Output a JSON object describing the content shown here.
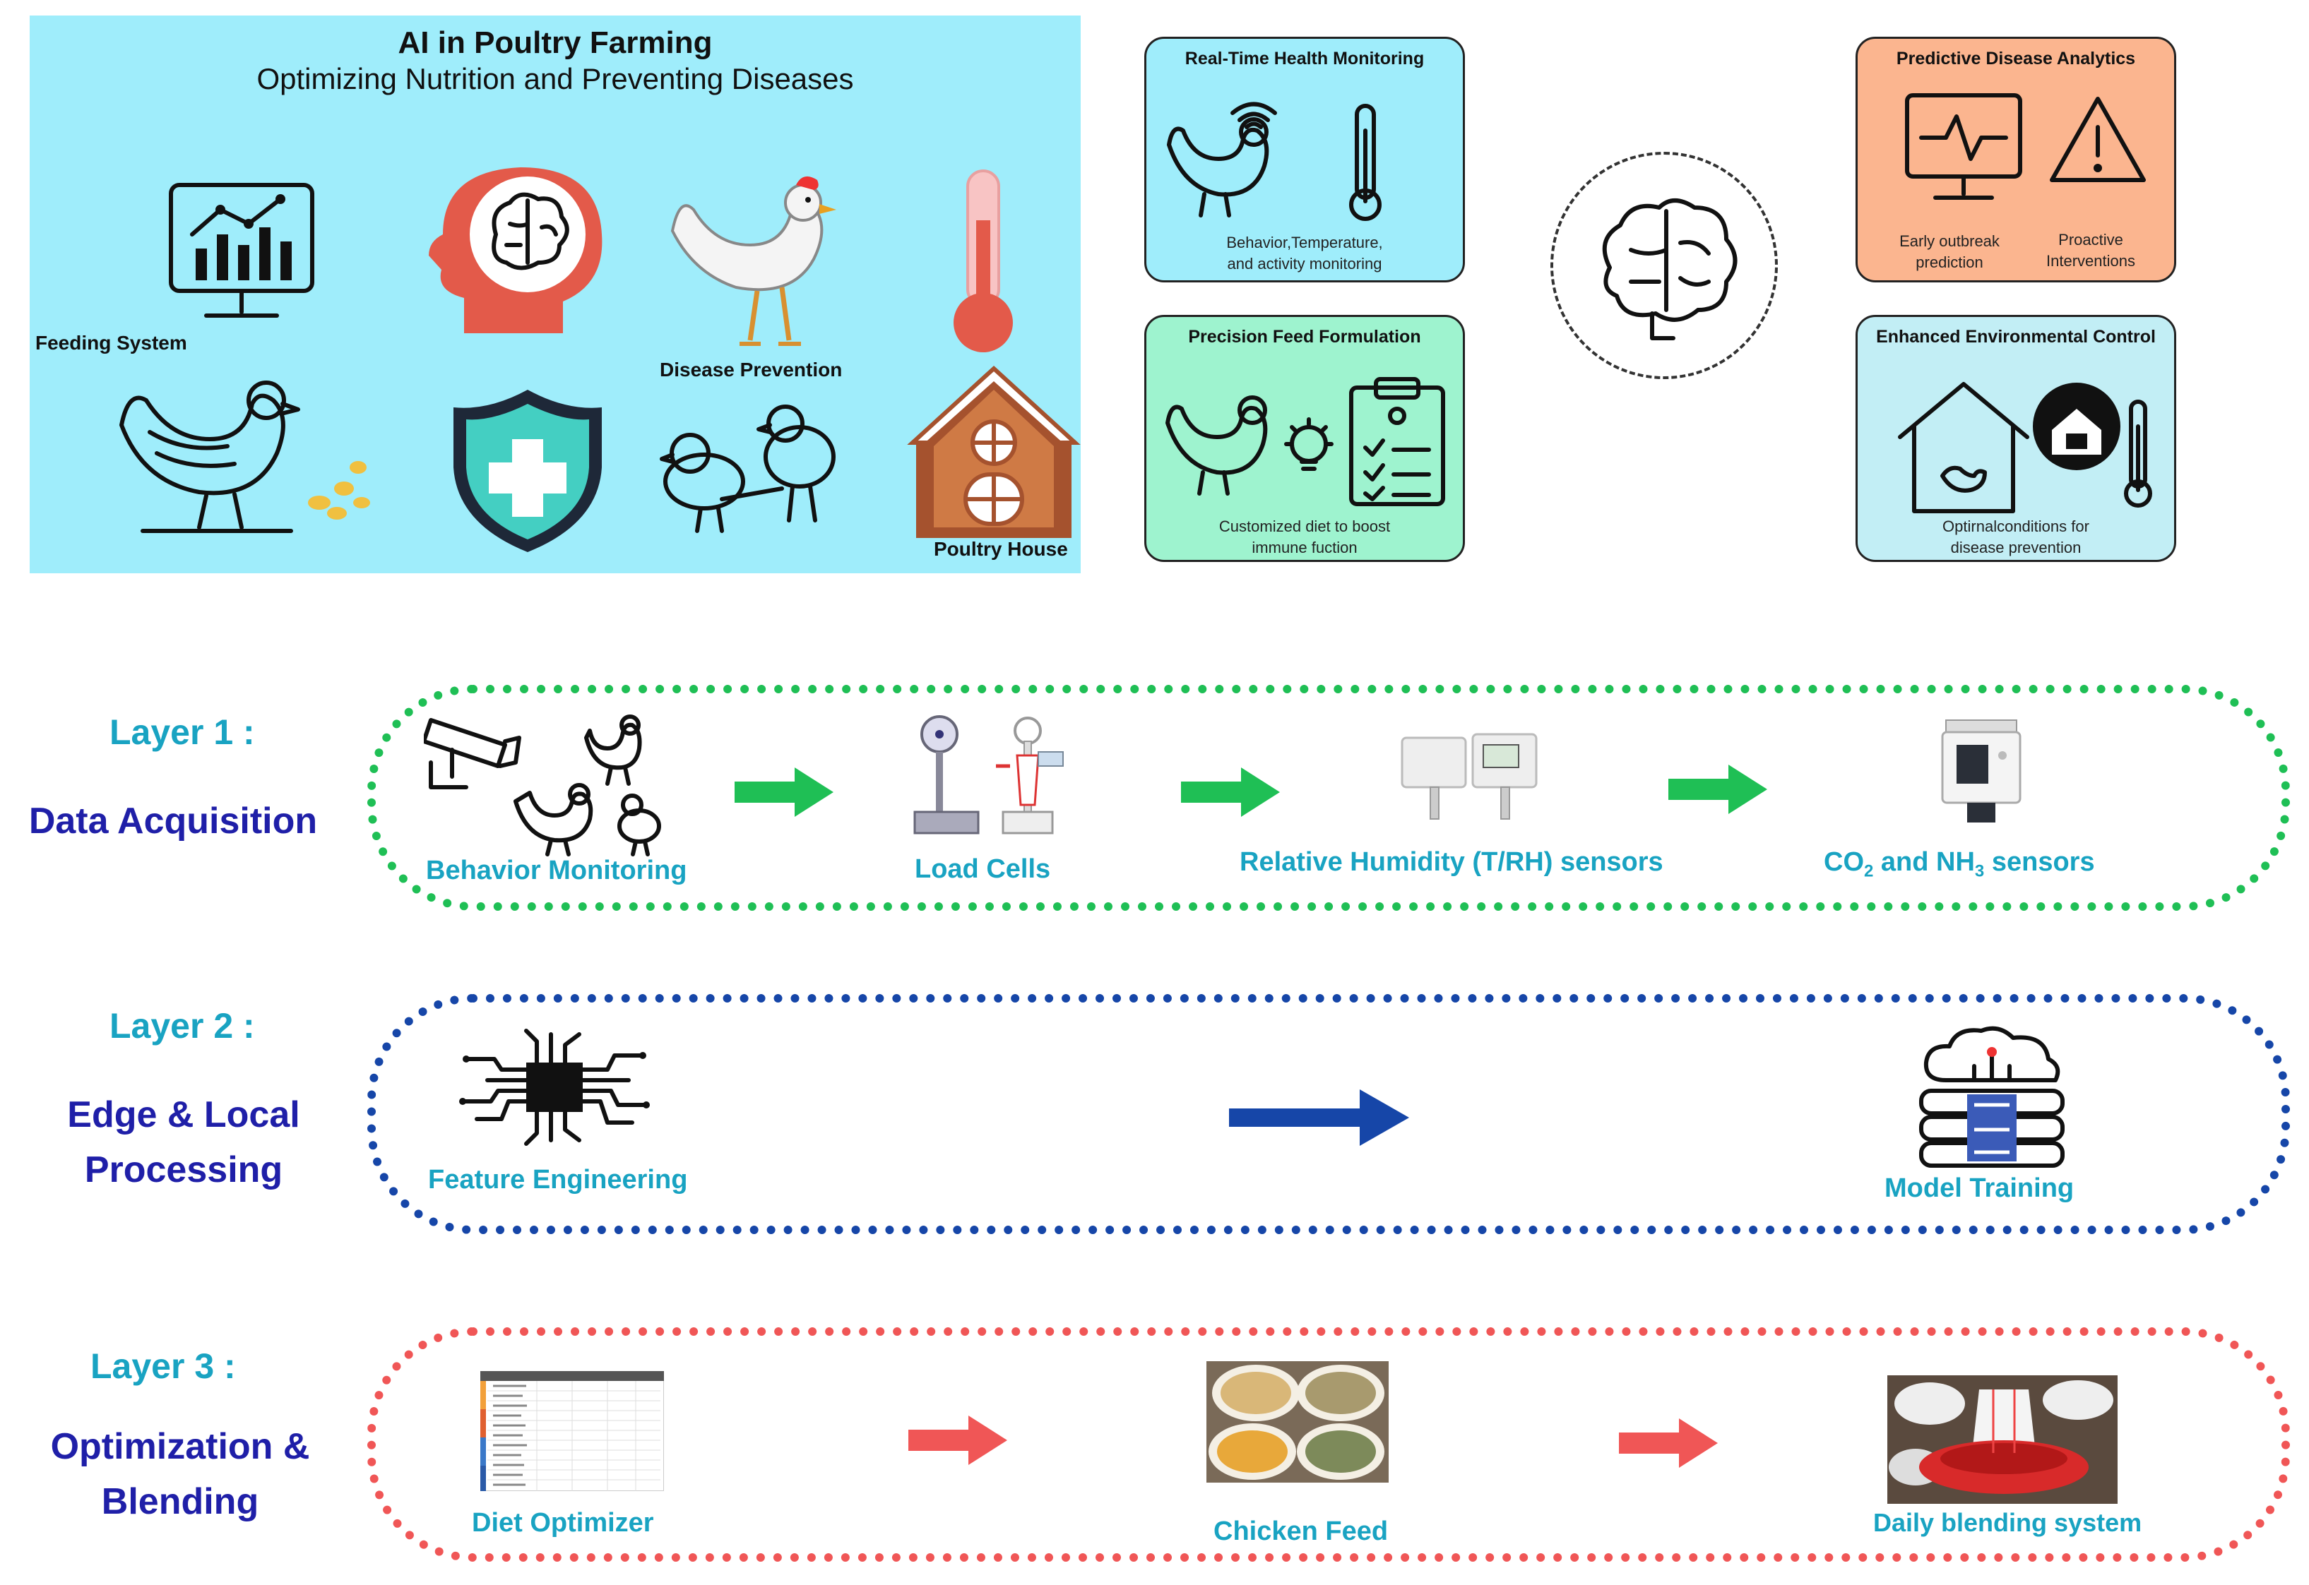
{
  "hero": {
    "title": "AI in Poultry Farming",
    "subtitle": "Optimizing Nutrition and Preventing Diseases",
    "labels": {
      "feeding": "Feeding System",
      "disease": "Disease Prevention",
      "house": "Poultry House"
    }
  },
  "cards": {
    "health": {
      "title": "Real-Time Health Monitoring",
      "desc_line1": "Behavior,Temperature,",
      "desc_line2": "and activity monitoring"
    },
    "feed": {
      "title": "Precision Feed Formulation",
      "desc_line1": "Customized diet to boost",
      "desc_line2": "immune fuction"
    },
    "predictive": {
      "title": "Predictive Disease Analytics",
      "item1_line1": "Early outbreak",
      "item1_line2": "prediction",
      "item2_line1": "Proactive",
      "item2_line2": "Interventions"
    },
    "environment": {
      "title": "Enhanced Environmental Control",
      "desc_line1": "Optirnalconditions for",
      "desc_line2": "disease prevention"
    }
  },
  "layers": [
    {
      "title": "Layer 1 :",
      "name": "Data Acquisition",
      "steps": [
        "Behavior Monitoring",
        "Load Cells",
        "Relative Humidity (T/RH) sensors"
      ],
      "gas_label": {
        "a": "CO",
        "a_sub": "2",
        "b": " and NH",
        "b_sub": "3",
        "c": " sensors"
      }
    },
    {
      "title": "Layer 2 :",
      "name_line1": "Edge & Local",
      "name_line2": "Processing",
      "steps": [
        "Feature Engineering",
        "Model Training"
      ]
    },
    {
      "title": "Layer 3 :",
      "name_line1": "Optimization &",
      "name_line2": "Blending",
      "steps": [
        "Diet Optimizer",
        "Chicken Feed",
        "Daily blending system"
      ]
    }
  ],
  "colors": {
    "hero_bg": "#9fedfb",
    "card_blue": "#9fedfb",
    "card_green": "#9ef3cf",
    "card_orange": "#fbb58f",
    "card_lightblue": "#c2eef5",
    "layer1": "#1fbf55",
    "layer2": "#1646a8",
    "layer3": "#f05656",
    "layer_title": "#19a3c2",
    "layer_name": "#1f1fa8"
  },
  "icons": [
    "monitor-chart-icon",
    "brain-head-icon",
    "hen-icon",
    "thermometer-icon",
    "shield-cross-icon",
    "chicks-icon",
    "poultry-house-icon",
    "wifi-icon",
    "lightbulb-icon",
    "clipboard-icon",
    "warning-icon",
    "cctv-camera-icon",
    "scale-icon",
    "sensor-icon",
    "gas-sensor-icon",
    "microchip-icon",
    "cloud-server-icon",
    "table-icon",
    "grain-sacks-icon",
    "feeder-icon"
  ]
}
